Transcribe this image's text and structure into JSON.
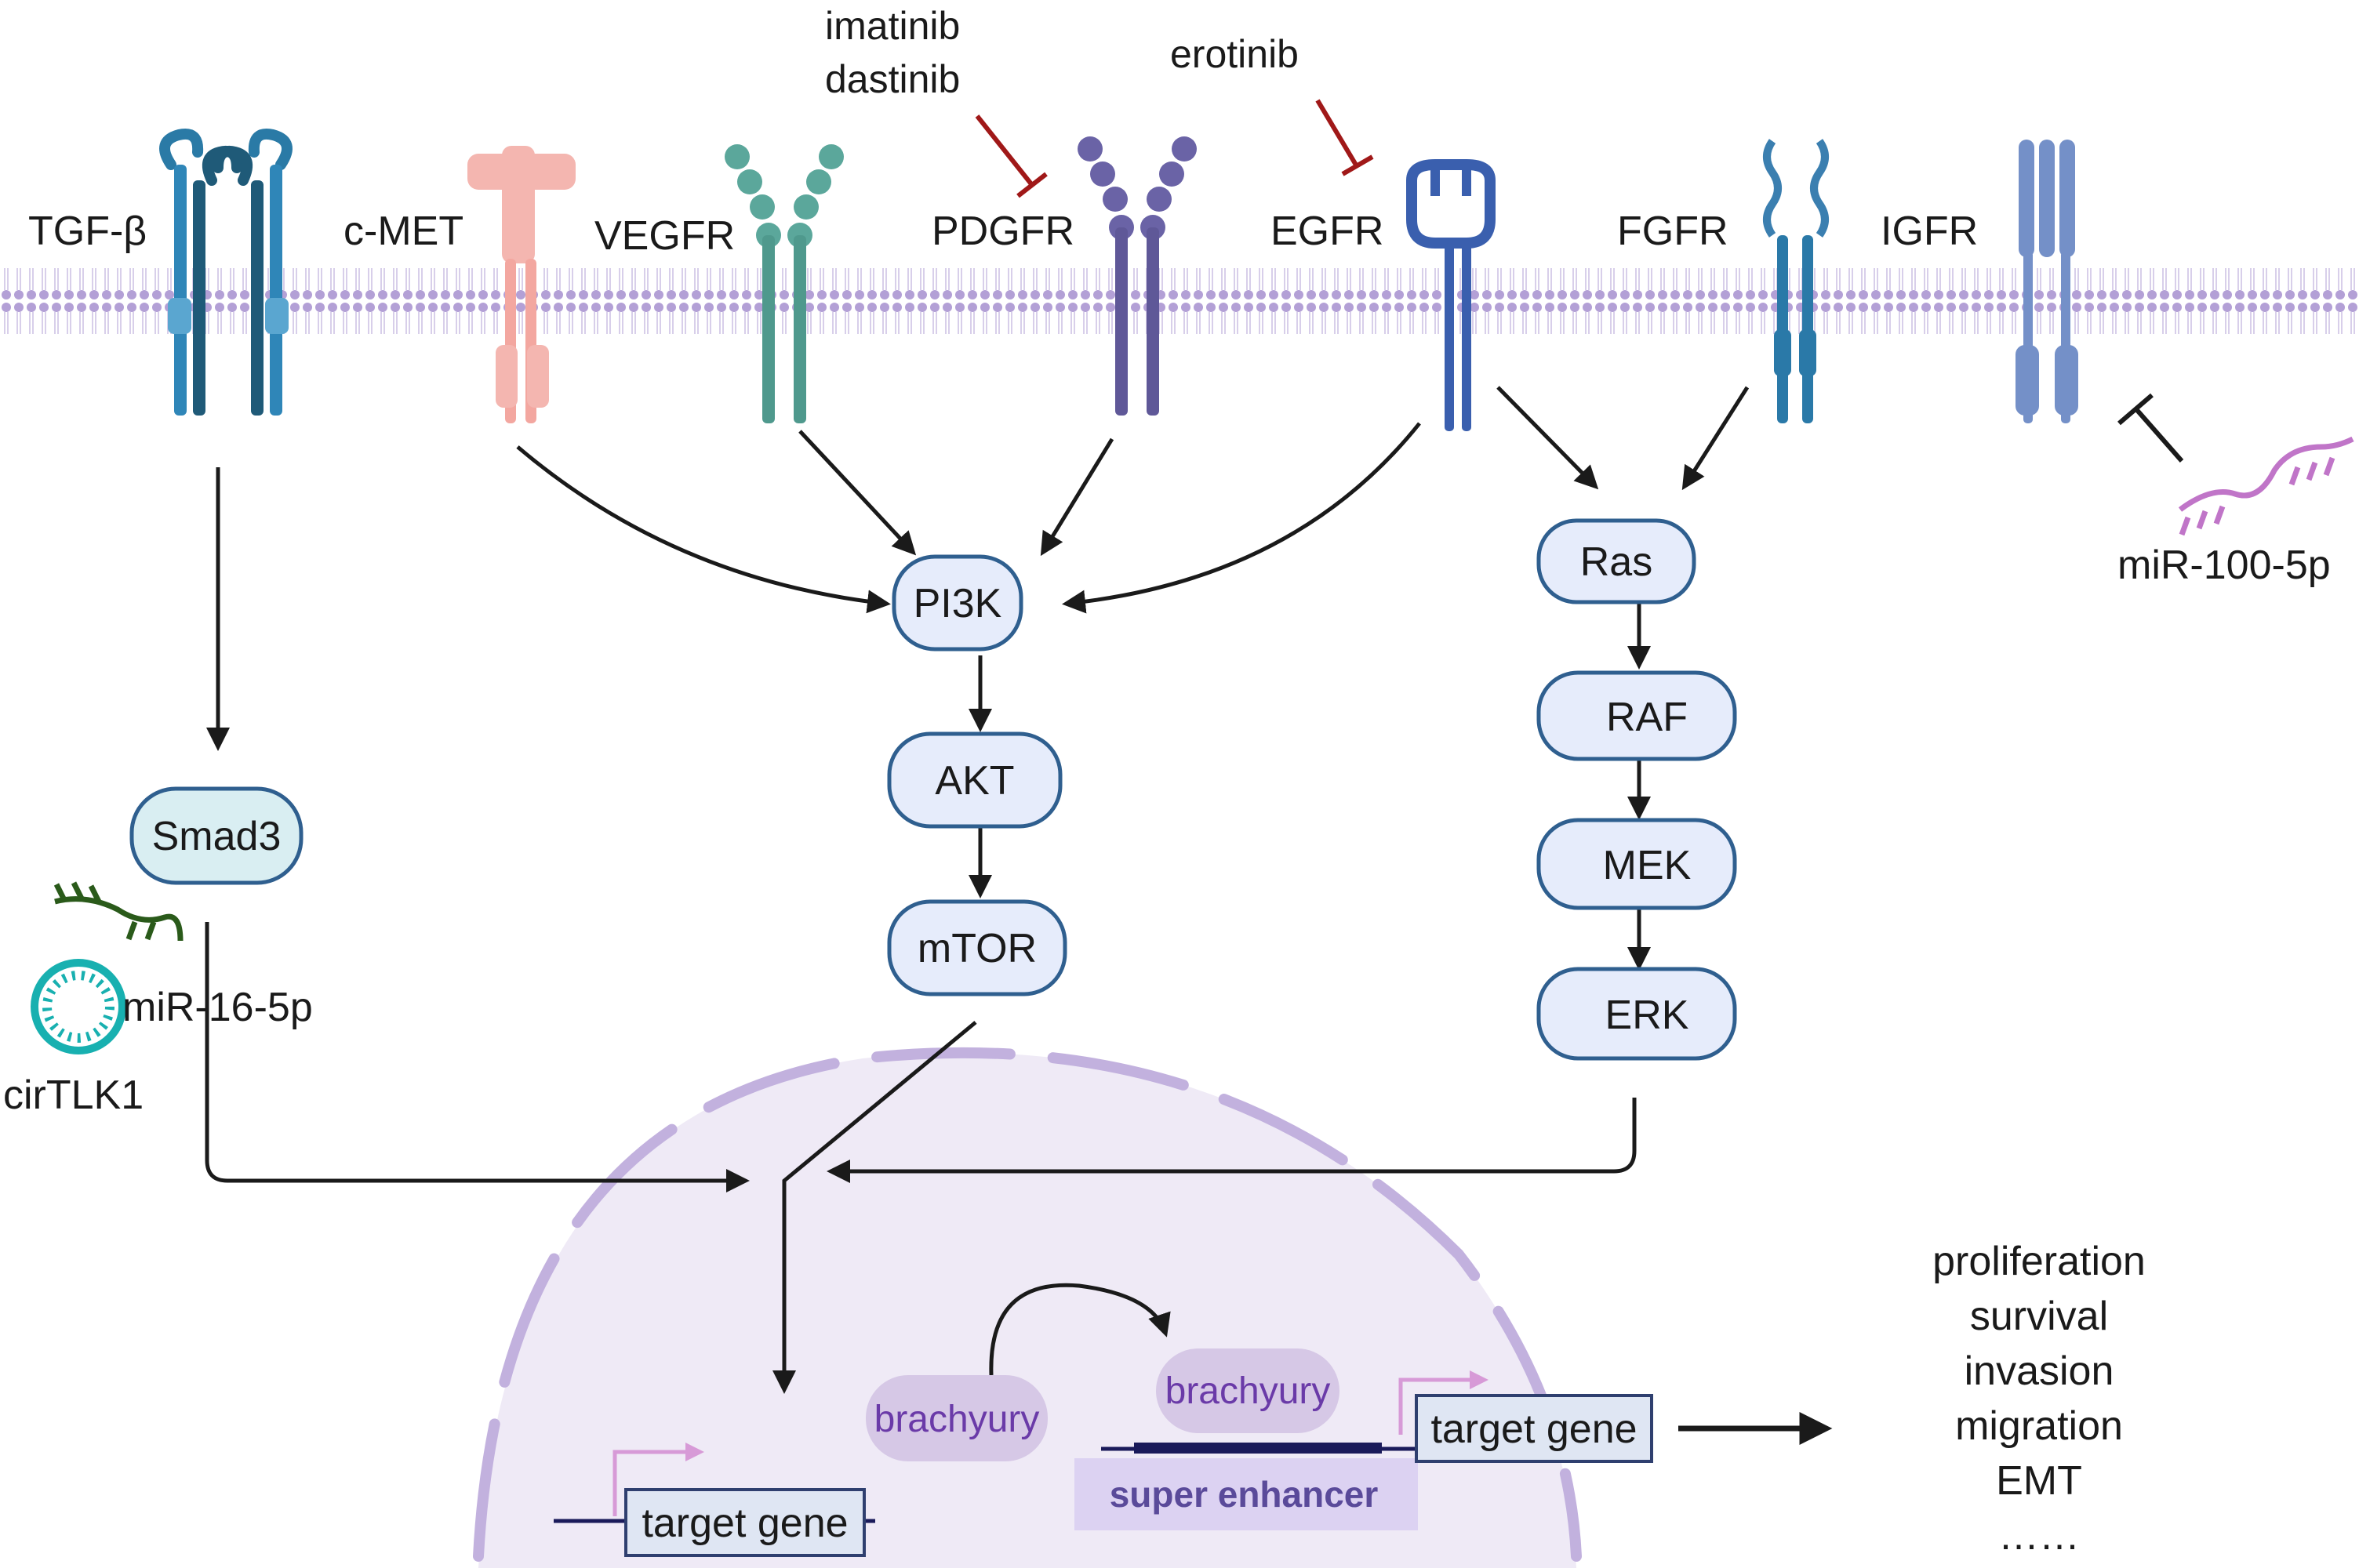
{
  "receptors": {
    "tgfb": "TGF-β",
    "cmet": "c-MET",
    "vegfr": "VEGFR",
    "pdgfr": "PDGFR",
    "egfr": "EGFR",
    "fgfr": "FGFR",
    "igfr": "IGFR"
  },
  "drugs": {
    "imatinib": "imatinib",
    "dastinib": "dastinib",
    "erotinib": "erotinib"
  },
  "nodes": {
    "pi3k": "PI3K",
    "akt": "AKT",
    "mtor": "mTOR",
    "ras": "Ras",
    "raf": "RAF",
    "mek": "MEK",
    "erk": "ERK",
    "smad3": "Smad3"
  },
  "rnas": {
    "mir100": "miR-100-5p",
    "mir16": "miR-16-5p",
    "cirtlk1": "cirTLK1"
  },
  "nucleus": {
    "brachyury_left": "brachyury",
    "brachyury_right": "brachyury",
    "target_gene_left": "target gene",
    "target_gene_right": "target gene",
    "super_enhancer": "super enhancer"
  },
  "outcomes": [
    "proliferation",
    "survival",
    "invasion",
    "migration",
    "EMT",
    "……"
  ],
  "colors": {
    "membrane": "#b3a0d6",
    "node_fill": "#e6ecfb",
    "node_stroke": "#2f5f8f",
    "smad_fill": "#d9eef2",
    "inhibit": "#a01818",
    "nucleus_fill": "#efeaf6",
    "brachyury_fill": "#d6c8e6",
    "enhancer_fill": "#dcd2f2"
  }
}
